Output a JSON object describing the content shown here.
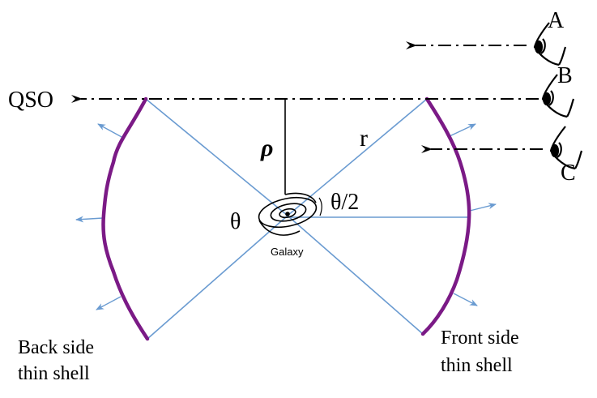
{
  "labels": {
    "qso": "QSO",
    "rho": "ρ",
    "r": "r",
    "theta": "θ",
    "half_theta": "θ/2",
    "galaxy": "Galaxy",
    "observer_a": "A",
    "observer_b": "B",
    "observer_c": "C",
    "back_shell_line1": "Back side",
    "back_shell_line2": "thin shell",
    "front_shell_line1": "Front side",
    "front_shell_line2": "thin shell"
  },
  "colors": {
    "cone_line": "#6a9bd1",
    "shell": "#7b1a86",
    "sightline": "#000000",
    "arrow": "#6a9bd1"
  },
  "icons": [
    "eye-icon",
    "galaxy-spiral-icon"
  ]
}
